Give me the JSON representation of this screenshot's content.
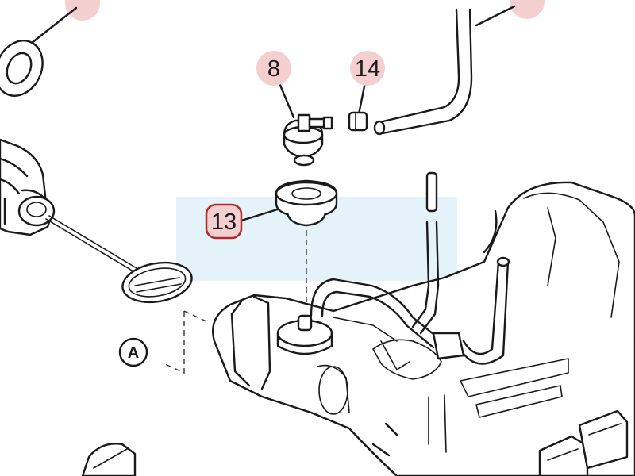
{
  "colors": {
    "callout_fill": "#f3cfcf",
    "callout_selected_stroke": "#b02a2a",
    "highlight_band": "#e4f2fa",
    "line": "#1a1a1a"
  },
  "callouts": {
    "part_8": "8",
    "part_14": "14",
    "part_13": "13"
  },
  "markers": {
    "view_a": "A"
  }
}
